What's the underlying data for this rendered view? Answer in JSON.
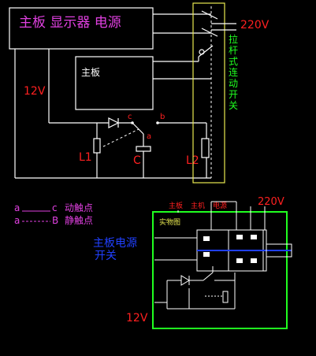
{
  "top_box_title": "主板 显示器 电源",
  "mainboard_label": "主板",
  "voltage_220_top": "220V",
  "voltage_12_left": "12V",
  "switch_vertical_label": [
    "拉",
    "杆",
    "式",
    "连",
    "动",
    "开",
    "关"
  ],
  "contact_c": "c",
  "contact_b": "b",
  "contact_a": "a",
  "l1_label": "L1",
  "l2_label": "L2",
  "c_label": "C",
  "legend": [
    {
      "left": "a",
      "right": "c",
      "desc": "动触点"
    },
    {
      "left": "a",
      "right": "B",
      "desc": "静触点"
    }
  ],
  "photo_box": {
    "top_labels": [
      "主板",
      "主机",
      "电源"
    ],
    "voltage_220": "220V",
    "inner_title": "实物图",
    "side_label_line1": "主板电源",
    "side_label_line2": "开关",
    "voltage_12": "12V"
  },
  "colors": {
    "white": "#ffffff",
    "red": "#ff2020",
    "magenta": "#e040e0",
    "green": "#20ff20",
    "yellow": "#e8e850",
    "blue": "#2040ff"
  }
}
